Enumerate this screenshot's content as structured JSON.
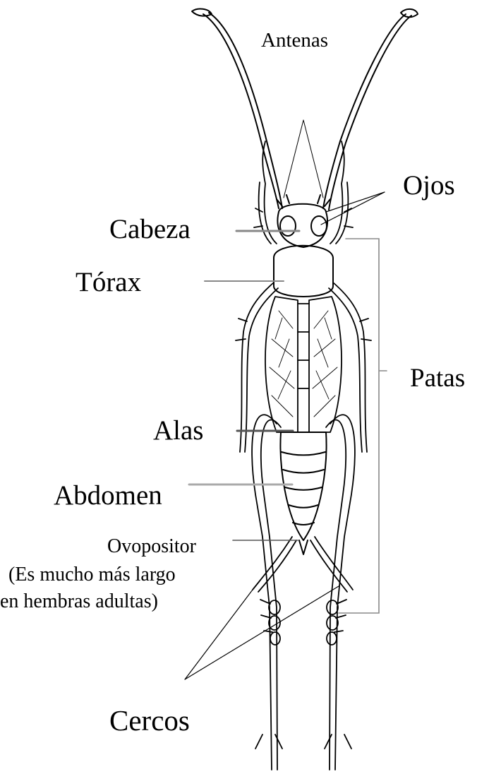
{
  "diagram": {
    "labels": {
      "antenas": "Antenas",
      "ojos": "Ojos",
      "cabeza": "Cabeza",
      "torax": "Tórax",
      "patas": "Patas",
      "alas": "Alas",
      "abdomen": "Abdomen",
      "ovopositor": "Ovopositor",
      "ovopositor_note_line1": "(Es mucho más largo",
      "ovopositor_note_line2": "en hembras adultas)",
      "cercos": "Cercos"
    },
    "colors": {
      "ink": "#000000",
      "leader_line": "#888888",
      "background": "#ffffff"
    }
  }
}
